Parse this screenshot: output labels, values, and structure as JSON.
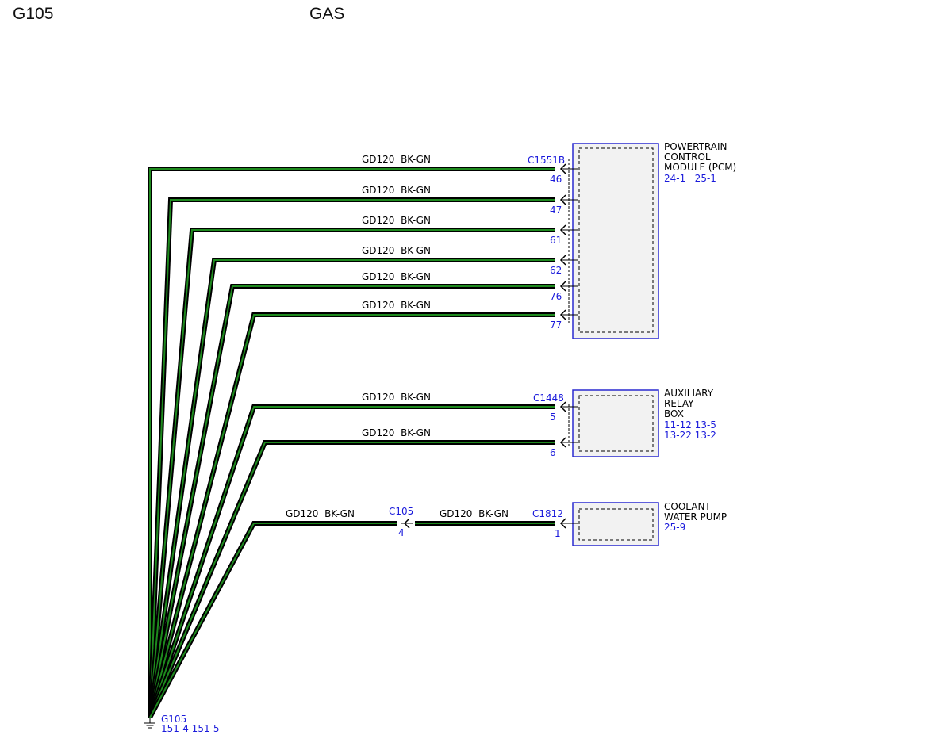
{
  "header": {
    "left": "G105",
    "center": "GAS"
  },
  "colors": {
    "wire_outer": "#000000",
    "wire_inner": "#1e8a1e",
    "ref": "#1a1adb",
    "box": "#2a2ad0",
    "fill": "#f2f2f2"
  },
  "wire_label": {
    "circuit": "GD120",
    "color": "BK-GN"
  },
  "components": [
    {
      "name_lines": [
        "POWERTRAIN",
        "CONTROL",
        "MODULE (PCM)"
      ],
      "ref": "24-1   25-1",
      "connector": "C1551B",
      "pins": [
        "46",
        "47",
        "61",
        "62",
        "76",
        "77"
      ]
    },
    {
      "name_lines": [
        "AUXILIARY",
        "RELAY",
        "BOX"
      ],
      "ref_lines": [
        "11-12 13-5",
        "13-22 13-2"
      ],
      "connector": "C1448",
      "pins": [
        "5",
        "6"
      ]
    },
    {
      "name_lines": [
        "COOLANT",
        "WATER PUMP"
      ],
      "ref": "25-9",
      "connector": "C1812",
      "pins": [
        "1"
      ]
    }
  ],
  "inline_connector": {
    "name": "C105",
    "pin": "4"
  },
  "ground": {
    "name": "G105",
    "refs": "151-4 151-5"
  }
}
